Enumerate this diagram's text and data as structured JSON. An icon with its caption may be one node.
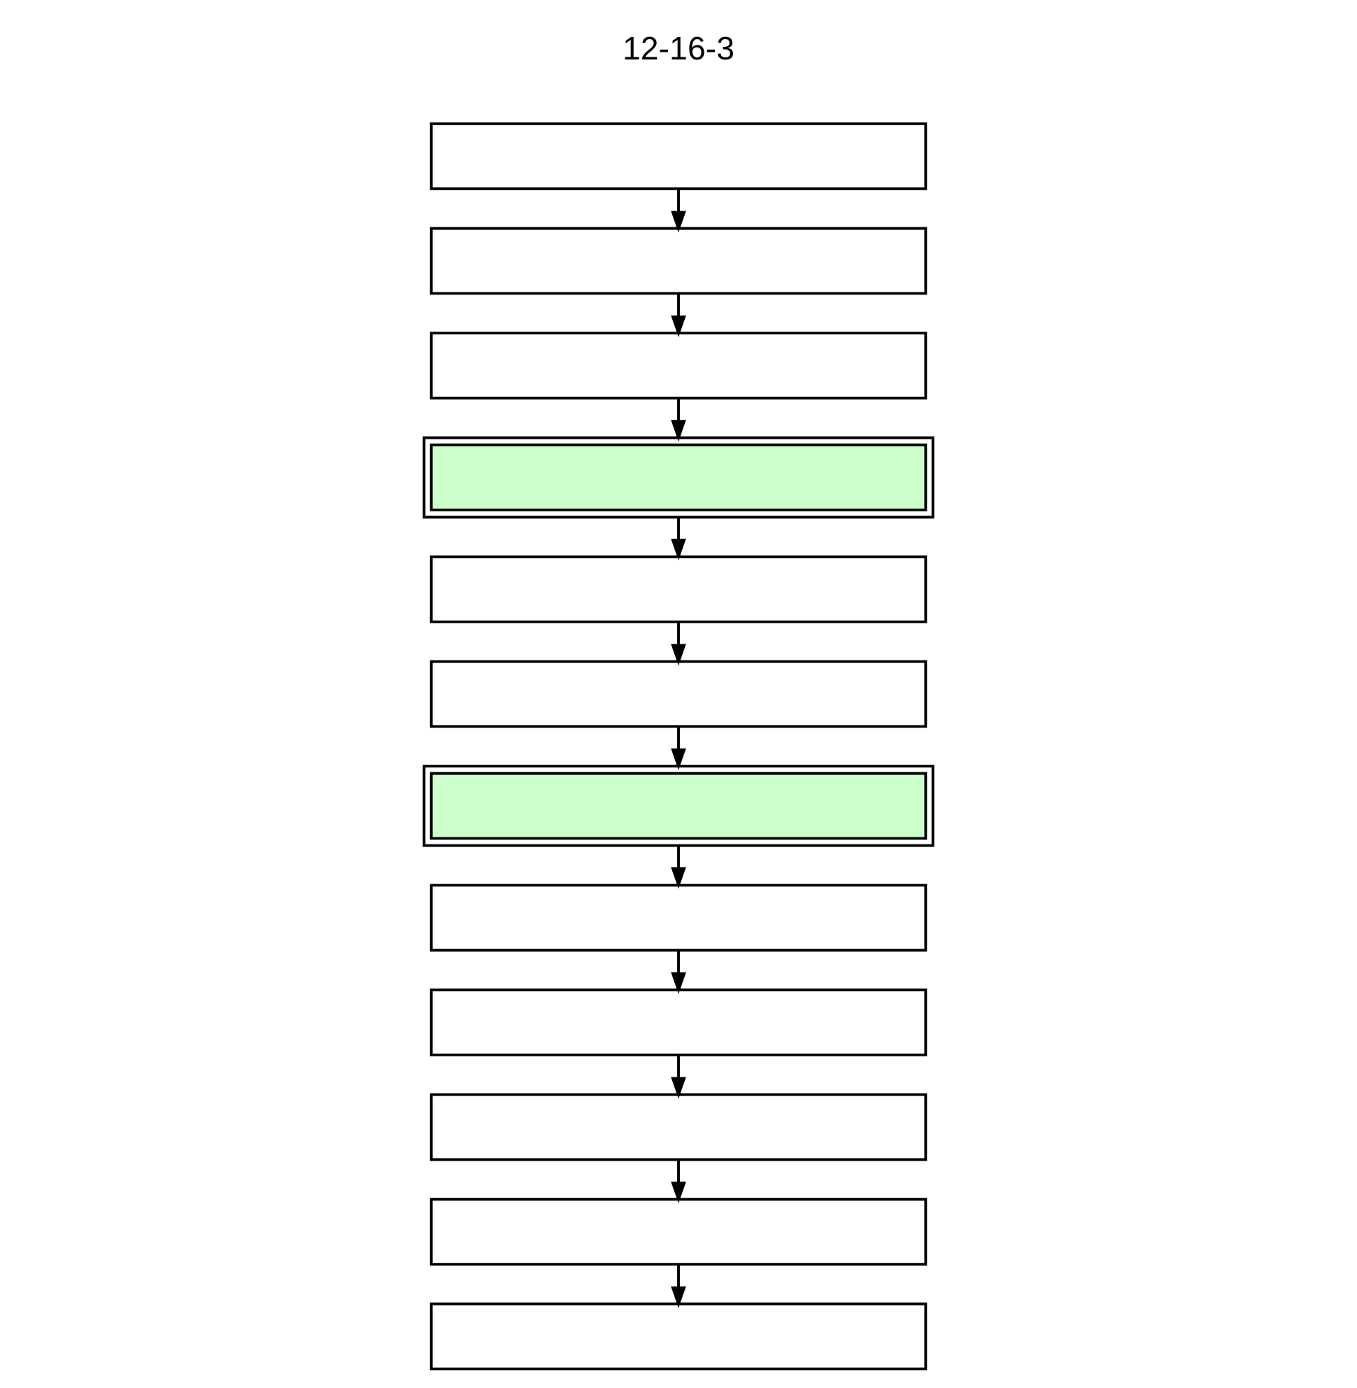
{
  "diagram": {
    "nodes": [
      {
        "text": [],
        "shape": "box"
      },
      {
        "text": [],
        "shape": "box"
      },
      {
        "text": [],
        "shape": "box"
      },
      {
        "text": [],
        "shape": "box"
      },
      {
        "text": [],
        "shape": "box"
      },
      {
        "text": [],
        "shape": "box"
      },
      {
        "text": [],
        "shape": "box"
      },
      {
        "text": [],
        "shape": "box"
      },
      {
        "text": [],
        "shape": "box"
      },
      {
        "text": [],
        "shape": "box"
      },
      {
        "text": [],
        "shape": "box"
      },
      {
        "text": [],
        "shape": "box"
      }
    ],
    "edges": [
      {
        "from": 0,
        "to": 1,
        "arrow": "to"
      },
      {
        "from": 1,
        "to": 2,
        "arrow": "to"
      },
      {
        "from": 2,
        "to": 3,
        "arrow": "to"
      },
      {
        "from": 3,
        "to": 4,
        "arrow": "to"
      },
      {
        "from": 4,
        "to": 5,
        "arrow": "to"
      },
      {
        "from": 5,
        "to": 6,
        "arrow": "to"
      },
      {
        "from": 6,
        "to": 7,
        "arrow": "to"
      },
      {
        "from": 7,
        "to": 8,
        "arrow": "to"
      },
      {
        "from": 8,
        "to": 9,
        "arrow": "to"
      },
      {
        "from": 9,
        "to": 10,
        "arrow": "to"
      },
      {
        "from": 10,
        "to": 11,
        "arrow": "to"
      }
    ],
    "labels": [
      "12-16-3"
    ]
  }
}
